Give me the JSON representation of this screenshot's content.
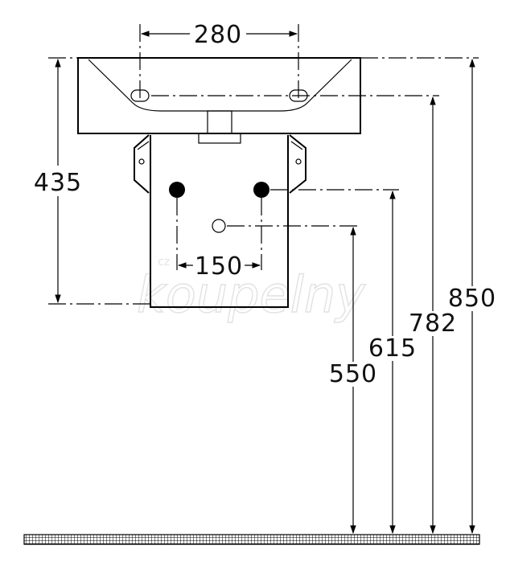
{
  "dimensions": {
    "tap_hole_spacing": "280",
    "basin_height": "435",
    "supply_spacing": "150",
    "drain_height": "550",
    "supply_height": "615",
    "tap_hole_height": "782",
    "rim_height": "850"
  },
  "watermark": {
    "brand": "koupelny",
    "prefix": "cz"
  }
}
